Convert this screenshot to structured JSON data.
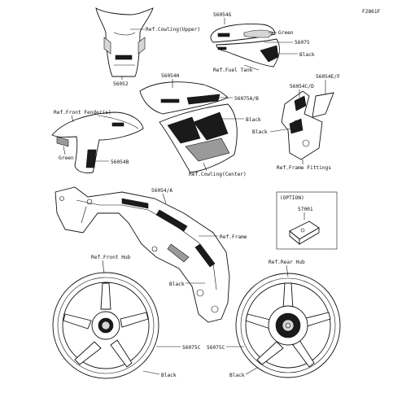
{
  "figure_code": "F2861F",
  "labels": {
    "ref_cowling_upper": "Ref.Cowling(Upper)",
    "p56052": "56052",
    "p56054g": "56054G",
    "green_top": "Green",
    "p56075_top": "56075",
    "black_top": "Black",
    "ref_fuel_tank": "Ref.Fuel Tank",
    "p56054h": "56054H",
    "p56075ab": "56075A/B",
    "black_center": "Black",
    "p56054ef": "56054E/F",
    "p56054cd": "56054C/D",
    "black_fittings": "Black",
    "ref_front_fender": "Ref.Front Fender(s)",
    "green_fender": "Green",
    "p56054b": "56054B",
    "ref_cowling_center": "Ref.Cowling(Center)",
    "ref_frame_fittings": "Ref.Frame Fittings",
    "p56054a": "56054/A",
    "option": "(OPTION)",
    "p57001": "57001",
    "ref_frame": "Ref.Frame",
    "black_frame": "Black",
    "ref_front_hub": "Ref.Front Hub",
    "ref_rear_hub": "Ref.Rear Hub",
    "p56075c_front": "56075C",
    "p56075c_rear": "56075C",
    "black_front_wheel": "Black",
    "black_rear_wheel": "Black"
  },
  "icons": {
    "upper_cowling": "windscreen-cowling-icon",
    "fuel_tank_cover": "fuel-tank-cover-icon",
    "center_cowling": "center-cowling-icon",
    "frame_fittings": "frame-fitting-bracket-icon",
    "front_fender": "front-fender-icon",
    "frame": "frame-icon",
    "option_part": "option-bracket-icon",
    "front_wheel": "front-wheel-icon",
    "rear_wheel": "rear-wheel-icon"
  }
}
